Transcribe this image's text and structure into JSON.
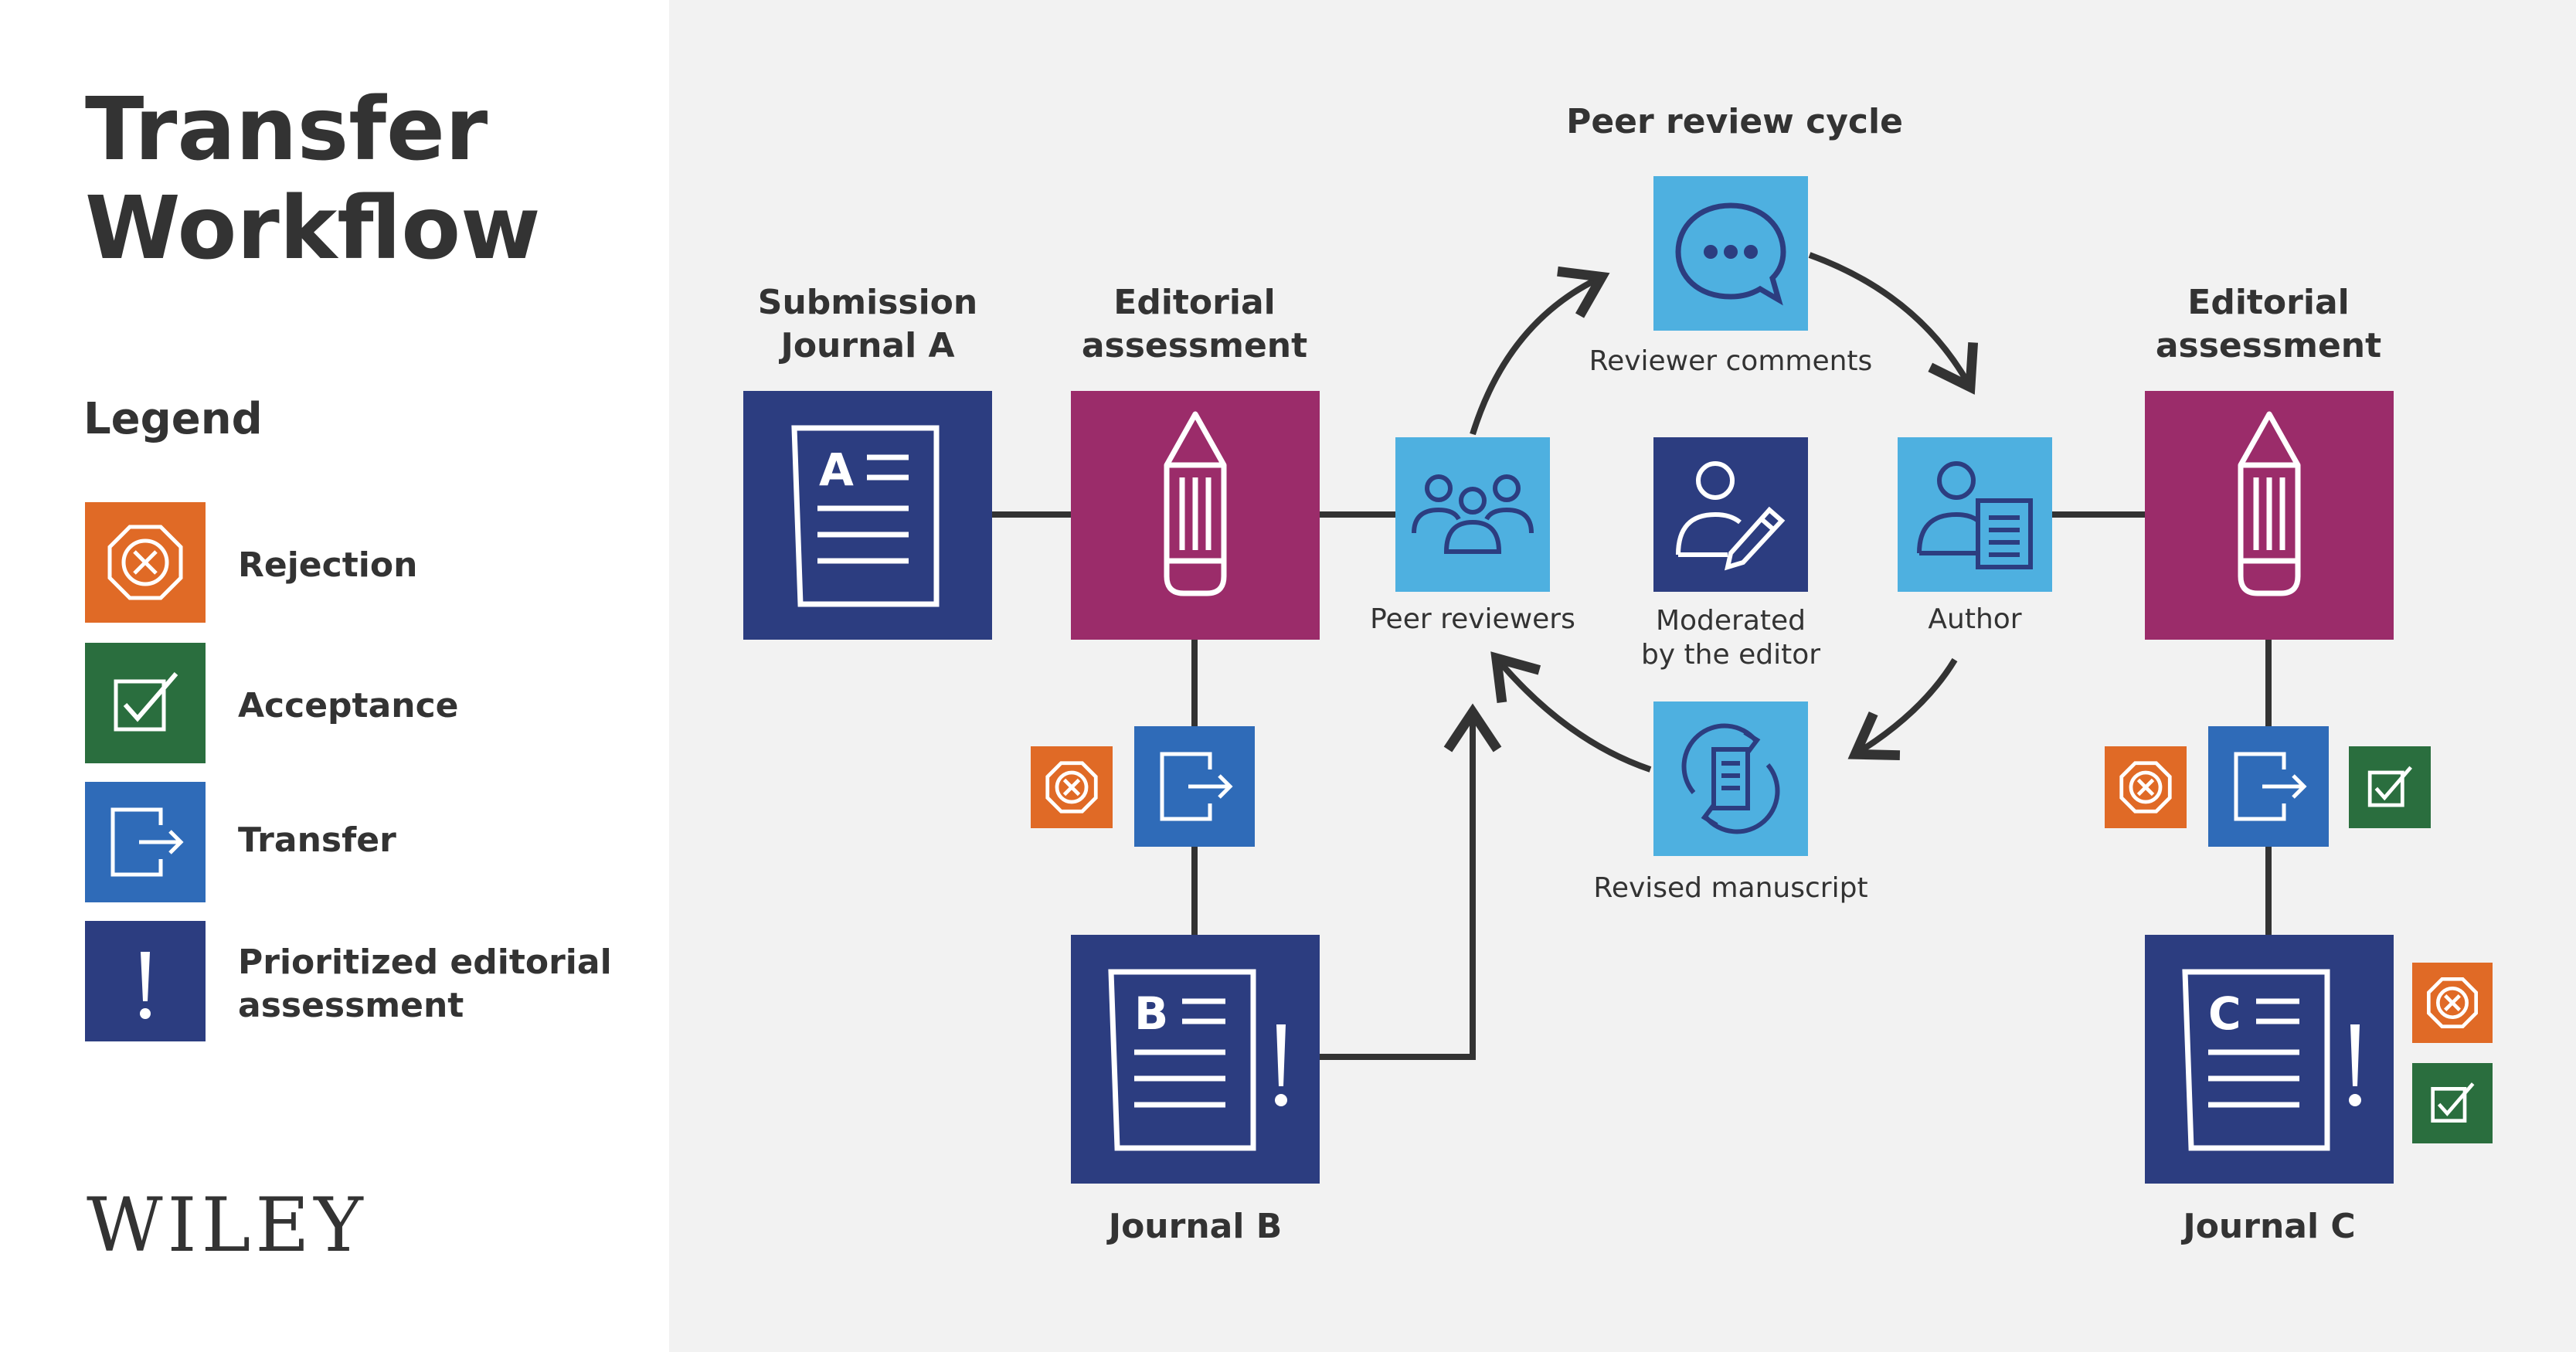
{
  "title": {
    "line1": "Transfer",
    "line2": "Workflow"
  },
  "legend": {
    "title": "Legend",
    "items": [
      {
        "label": "Rejection",
        "icon": "rejection-icon",
        "color": "#e06a26"
      },
      {
        "label": "Acceptance",
        "icon": "acceptance-icon",
        "color": "#2a6e3e"
      },
      {
        "label": "Transfer",
        "icon": "transfer-icon",
        "color": "#2f6bb8"
      },
      {
        "label": "Prioritized editorial assessment",
        "icon": "priority-icon",
        "color": "#2c3d80"
      }
    ]
  },
  "logo": "WILEY",
  "diagram": {
    "submission_a": {
      "line1": "Submission",
      "line2": "Journal A"
    },
    "editorial_left": {
      "line1": "Editorial",
      "line2": "assessment"
    },
    "editorial_right": {
      "line1": "Editorial",
      "line2": "assessment"
    },
    "peer_review_cycle": "Peer review cycle",
    "reviewer_comments": "Reviewer comments",
    "peer_reviewers": "Peer reviewers",
    "moderated": {
      "line1": "Moderated",
      "line2": "by the editor"
    },
    "author": "Author",
    "revised_manuscript": "Revised manuscript",
    "journal_b": "Journal B",
    "journal_c": "Journal C",
    "doc_letters": {
      "a": "A",
      "b": "B",
      "c": "C"
    }
  },
  "colors": {
    "navy": "#2c3d80",
    "magenta": "#9b2c6a",
    "sky": "#4eb0e0",
    "transfer_blue": "#2f6bb8",
    "orange": "#e06a26",
    "green": "#2a6e3e",
    "line": "#333333"
  }
}
